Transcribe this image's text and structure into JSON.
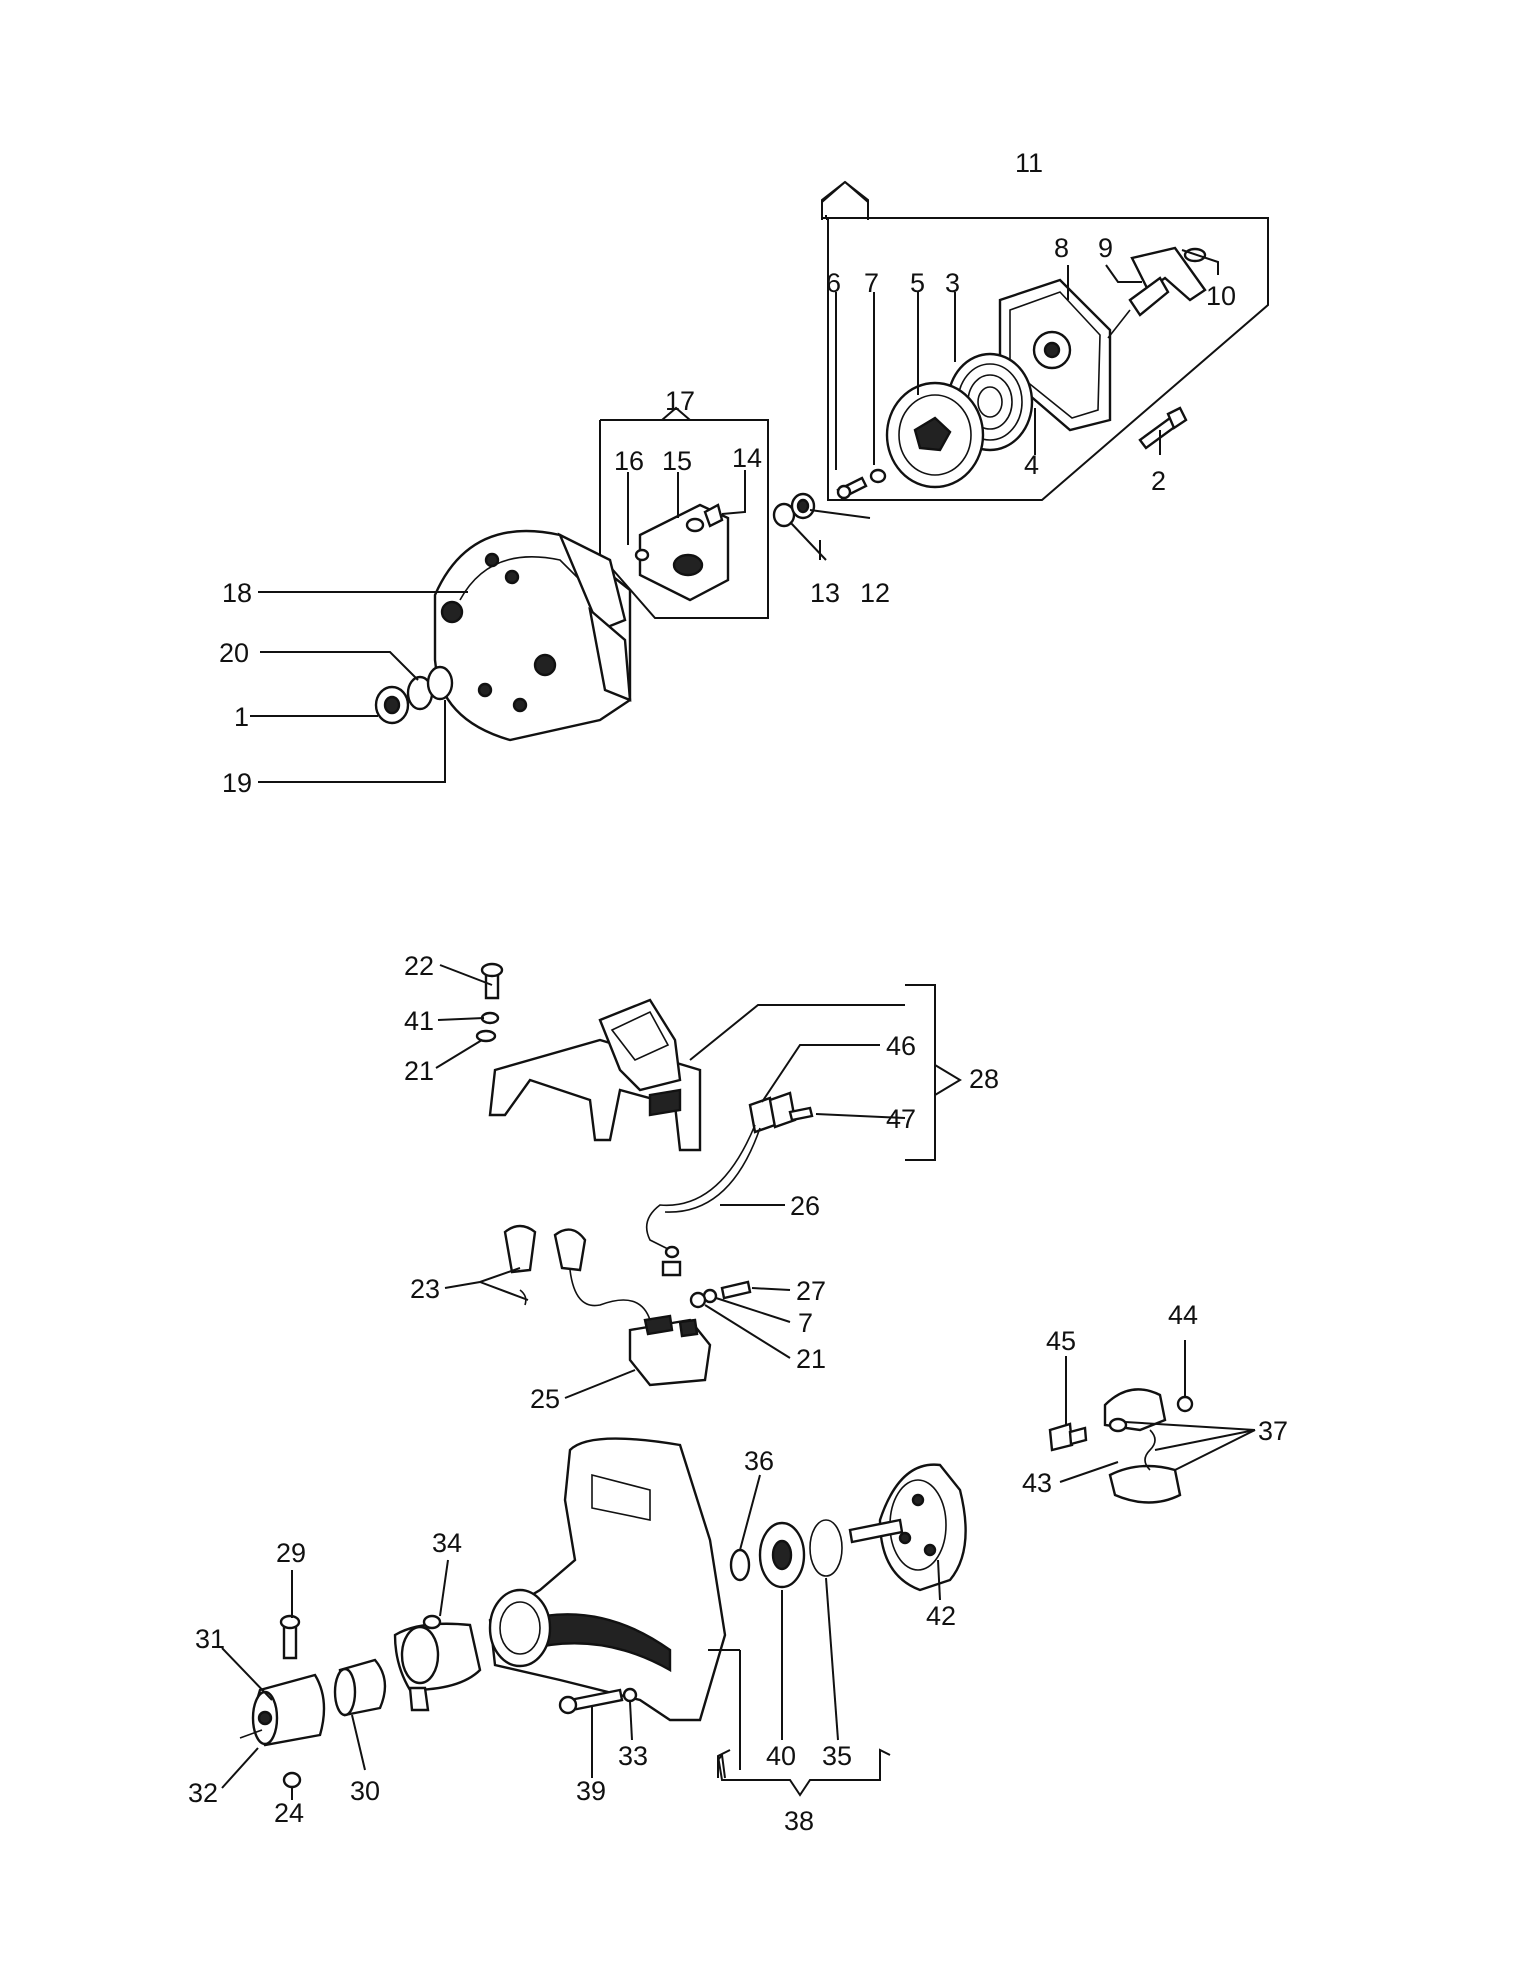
{
  "labels": {
    "l1": "1",
    "l2": "2",
    "l3": "3",
    "l4": "4",
    "l5": "5",
    "l6": "6",
    "l7a": "7",
    "l7b": "7",
    "l8": "8",
    "l9": "9",
    "l10": "10",
    "l11": "11",
    "l12": "12",
    "l13": "13",
    "l14": "14",
    "l15": "15",
    "l16": "16",
    "l17": "17",
    "l18": "18",
    "l19": "19",
    "l20": "20",
    "l21a": "21",
    "l21b": "21",
    "l22": "22",
    "l23": "23",
    "l24": "24",
    "l25": "25",
    "l26": "26",
    "l27": "27",
    "l28": "28",
    "l29": "29",
    "l30": "30",
    "l31": "31",
    "l32": "32",
    "l33": "33",
    "l34": "34",
    "l35": "35",
    "l36": "36",
    "l37": "37",
    "l38": "38",
    "l39": "39",
    "l40": "40",
    "l41": "41",
    "l42": "42",
    "l43": "43",
    "l44": "44",
    "l45": "45",
    "l46": "46",
    "l47": "47"
  }
}
